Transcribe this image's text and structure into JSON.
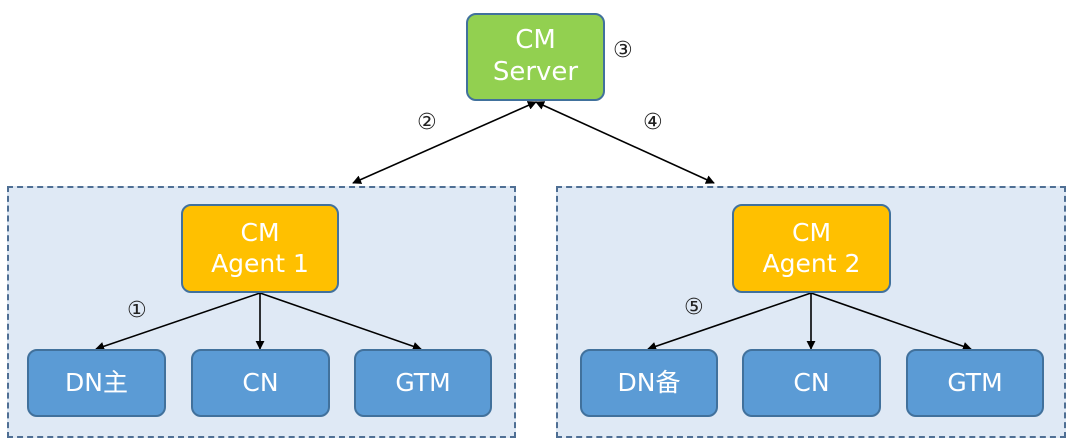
{
  "diagram": {
    "server": {
      "line1": "CM",
      "line2": "Server"
    },
    "agent1": {
      "line1": "CM",
      "line2": "Agent 1"
    },
    "agent2": {
      "line1": "CM",
      "line2": "Agent 2"
    },
    "group1_nodes": [
      "DN主",
      "CN",
      "GTM"
    ],
    "group2_nodes": [
      "DN备",
      "CN",
      "GTM"
    ],
    "steps": [
      "①",
      "②",
      "③",
      "④",
      "⑤"
    ]
  },
  "colors": {
    "server_fill": "#92d050",
    "agent_fill": "#ffc000",
    "component_fill": "#5b9bd5",
    "node_border": "#41719c",
    "group_fill": "#dfe9f5",
    "group_border": "#4f6f94"
  }
}
